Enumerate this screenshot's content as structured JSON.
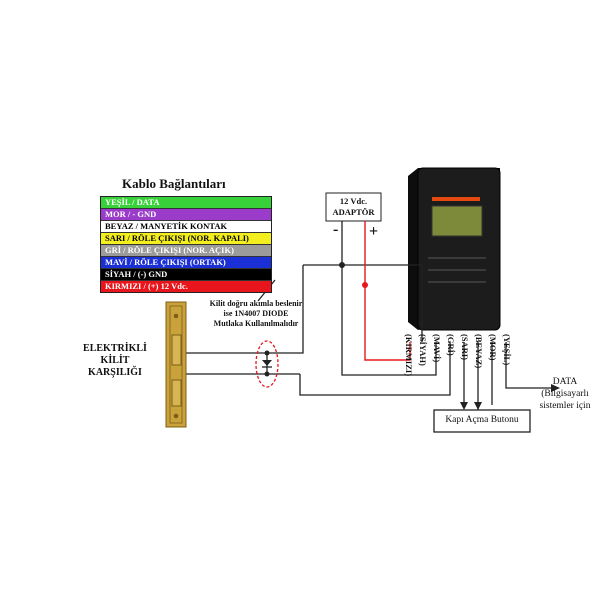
{
  "legend": {
    "title": "Kablo Bağlantıları",
    "rows": [
      {
        "text": "YEŞİL / DATA",
        "bg": "#39d13a",
        "fg": "#ffffff"
      },
      {
        "text": "MOR / - GND",
        "bg": "#9b3bc9",
        "fg": "#ffffff"
      },
      {
        "text": "BEYAZ / MANYETİK KONTAK",
        "bg": "#ffffff",
        "fg": "#000000"
      },
      {
        "text": "SARI / RÖLE ÇIKIŞI (NOR. KAPALI)",
        "bg": "#f3ee1d",
        "fg": "#000000"
      },
      {
        "text": "GRİ / RÖLE ÇIKIŞI (NOR. AÇIK)",
        "bg": "#9b9b9b",
        "fg": "#ffffff"
      },
      {
        "text": "MAVİ / RÖLE ÇIKIŞI (ORTAK)",
        "bg": "#1a2fd6",
        "fg": "#ffffff"
      },
      {
        "text": "SİYAH / (-) GND",
        "bg": "#000000",
        "fg": "#ffffff"
      },
      {
        "text": "KIRMIZI / (+) 12 Vdc.",
        "bg": "#e8161c",
        "fg": "#ffffff"
      }
    ]
  },
  "adaptor": {
    "line1": "12 Vdc.",
    "line2": "ADAPTÖR",
    "minus": "-",
    "plus": "+"
  },
  "lock": {
    "line1": "ELEKTRİKLİ",
    "line2": "KİLİT",
    "line3": "KARŞILIĞI"
  },
  "diode_note": {
    "line1": "Kilit doğru akımla beslenir",
    "line2": "ise 1N4007 DIODE",
    "line3": "Mutlaka Kullanılmalıdır"
  },
  "wire_labels": [
    "(KIRMIZI)",
    "(SİYAH)",
    "(MAVİ)",
    "(GRİ)",
    "(SARI)",
    "(BEYAZ)",
    "(MOR)",
    "(YEŞİL)"
  ],
  "button": {
    "label": "Kapı Açma Butonu"
  },
  "data_out": {
    "line1": "DATA",
    "line2": "(Bilgisayarlı",
    "line3": "sistemler için"
  },
  "colors": {
    "wire": "#222222",
    "positive": "#e8161c",
    "reader": "#1c1c1c",
    "diode_ring": "#e8161c",
    "lock_plate": "#c9a23c"
  }
}
